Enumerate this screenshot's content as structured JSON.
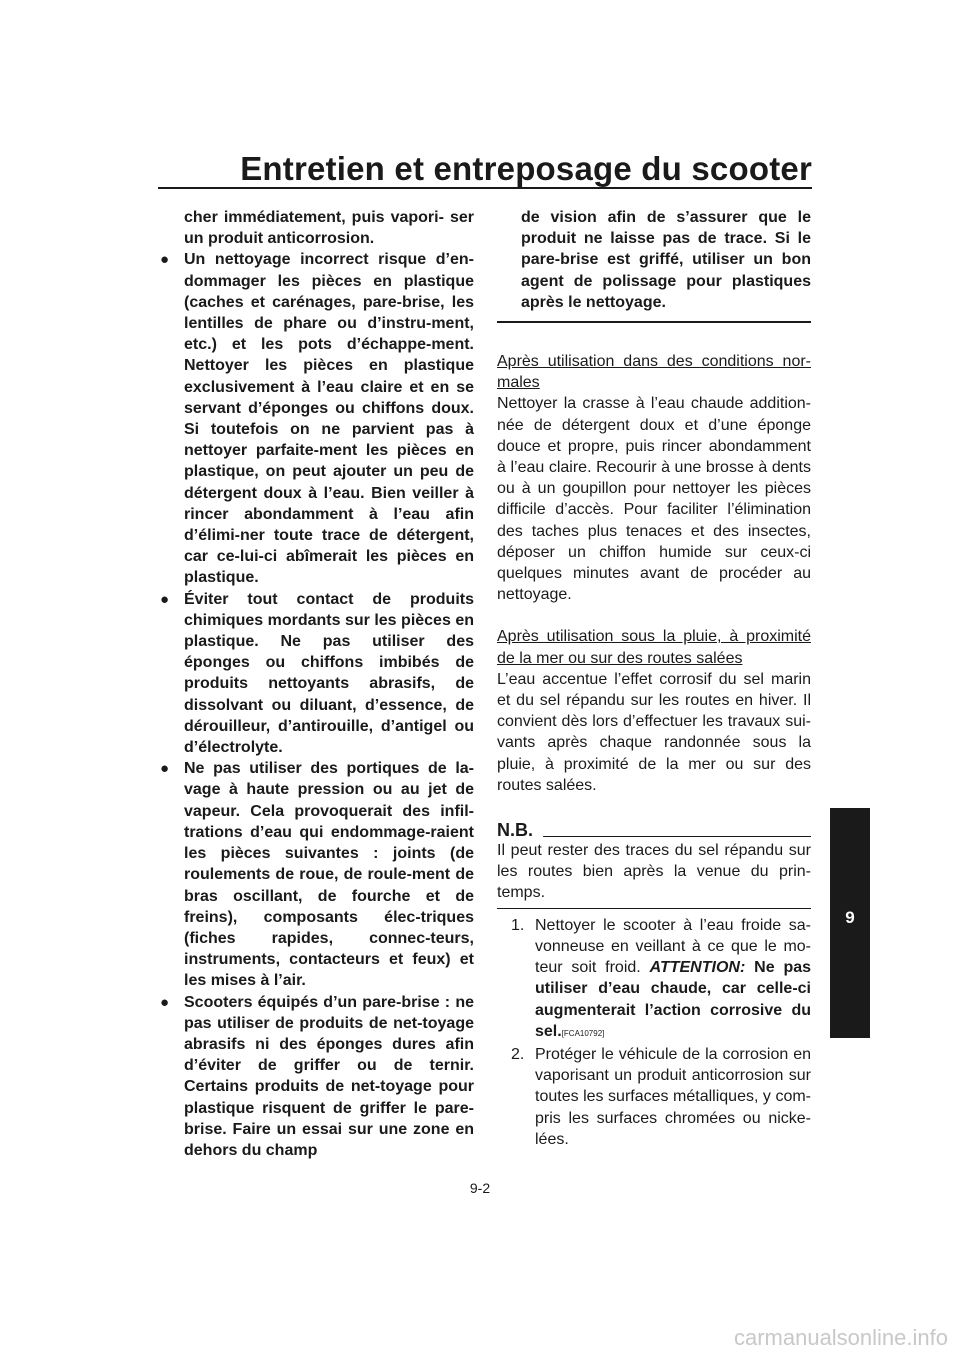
{
  "page_title": "Entretien et entreposage du scooter",
  "chapter_tab": "9",
  "left_column": {
    "intro_lines": [
      "cher immédiatement, puis vapori-",
      "ser un produit anticorrosion."
    ],
    "bullets": [
      "Un nettoyage incorrect risque d’en-dommager les pièces en plastique (caches et carénages, pare-brise, les lentilles de phare ou d’instru-ment, etc.) et les pots d’échappe-ment. Nettoyer les pièces en plastique exclusivement à l’eau claire et en se servant d’éponges ou chiffons doux. Si toutefois on ne parvient pas à nettoyer parfaite-ment les pièces en plastique, on peut ajouter un peu de détergent doux à l’eau. Bien veiller à rincer abondamment à l’eau afin d’élimi-ner toute trace de détergent, car ce-lui-ci abîmerait les pièces en plastique.",
      "Éviter tout contact de produits chimiques mordants sur les pièces en plastique. Ne pas utiliser des éponges ou chiffons imbibés de produits nettoyants abrasifs, de dissolvant ou diluant, d’essence, de dérouilleur, d’antirouille, d’antigel ou d’électrolyte.",
      "Ne pas utiliser des portiques de la-vage à haute pression ou au jet de vapeur. Cela provoquerait des infil-trations d’eau qui endommage-raient les pièces suivantes : joints (de roulements de roue, de roule-ment de bras oscillant, de fourche et de freins), composants élec-triques (fiches rapides, connec-teurs, instruments, contacteurs et feux) et les mises à l’air.",
      "Scooters équipés d’un pare-brise : ne pas utiliser de produits de net-toyage abrasifs ni des éponges dures afin d’éviter de griffer ou de ternir. Certains produits de net-toyage pour plastique risquent de griffer le pare-brise. Faire un essai sur une zone en dehors du champ"
    ]
  },
  "right_column": {
    "warning_continuation": "de vision afin de s’assurer que le produit ne laisse pas de trace. Si le pare-brise est griffé, utiliser un bon agent de polissage pour plastiques après le nettoyage.",
    "section1_heading": "Après utilisation dans des conditions nor-males",
    "section1_body": "Nettoyer la crasse à l’eau chaude addition-née de détergent doux et d’une éponge douce et propre, puis rincer abondamment à l’eau claire. Recourir à une brosse à dents ou à un goupillon pour nettoyer les pièces difficile d’accès. Pour faciliter l’élimination des taches plus tenaces et des insectes, déposer un chiffon humide sur ceux-ci quelques minutes avant de procéder au nettoyage.",
    "section2_heading": "Après utilisation sous la pluie, à proximité de la mer ou sur des routes salées",
    "section2_body": "L’eau accentue l’effet corrosif du sel marin et du sel répandu sur les routes en hiver. Il convient dès lors d’effectuer les travaux sui-vants après chaque randonnée sous la pluie, à proximité de la mer ou sur des routes salées.",
    "nb_label": "N.B.",
    "nb_text": "Il peut rester des traces du sel répandu sur les routes bien après la venue du prin-temps.",
    "steps": [
      {
        "num": "1.",
        "text": "Nettoyer le scooter à l’eau froide sa-vonneuse en veillant à ce que le mo-teur soit froid.",
        "attention_label": "ATTENTION:",
        "attention_text": "Ne pas utiliser d’eau chaude, car celle-ci augmenterait l’action corrosive du sel.",
        "code": "[FCA10792]"
      },
      {
        "num": "2.",
        "text": "Protéger le véhicule de la corrosion en vaporisant un produit anticorrosion sur toutes les surfaces métalliques, y com-pris les surfaces chromées ou nicke-lées."
      }
    ]
  },
  "page_number": "9-2",
  "watermark": "carmanualsonline.info"
}
